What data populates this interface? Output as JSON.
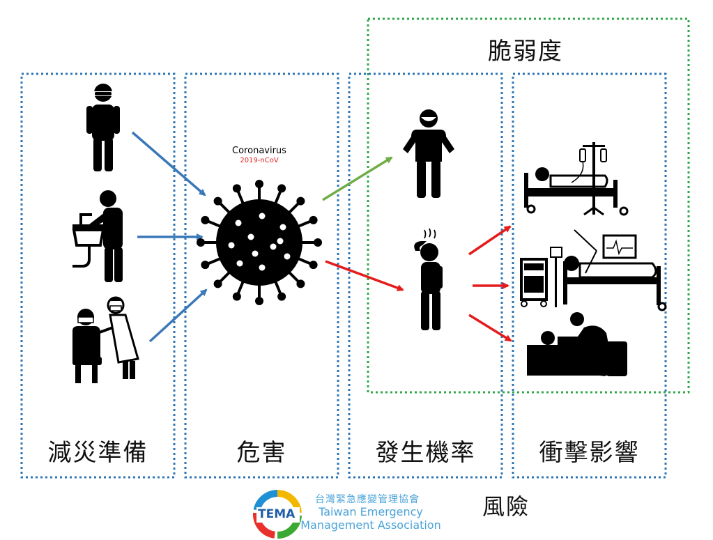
{
  "columns": [
    {
      "id": "mitigation",
      "label": "減災準備"
    },
    {
      "id": "hazard",
      "label": "危害"
    },
    {
      "id": "probability",
      "label": "發生機率"
    },
    {
      "id": "impact",
      "label": "衝擊影響"
    }
  ],
  "vulnerability_label": "脆弱度",
  "risk_label": "風險",
  "virus": {
    "title": "Coronavirus",
    "subtitle": "2019-nCoV"
  },
  "organization": {
    "logo_text": "TEMA",
    "name_zh": "台灣緊急應變管理協會",
    "name_en_line1": "Taiwan Emergency",
    "name_en_line2": "Management Association"
  },
  "colors": {
    "mitigation_arrow": "#3a78b8",
    "healthy_arrow": "#70ad47",
    "sick_arrow": "#e51b1b",
    "column_border": "#2e75b6",
    "vulnerability_border": "#2ea84a",
    "virus_subtitle": "#e02020"
  },
  "icons": [
    "masked-person-icon",
    "handwashing-icon",
    "vaccination-icon",
    "coronavirus-icon",
    "healthy-person-icon",
    "sick-person-icon",
    "hospital-bed-iv-icon",
    "icu-bed-icon",
    "patient-care-icon"
  ]
}
